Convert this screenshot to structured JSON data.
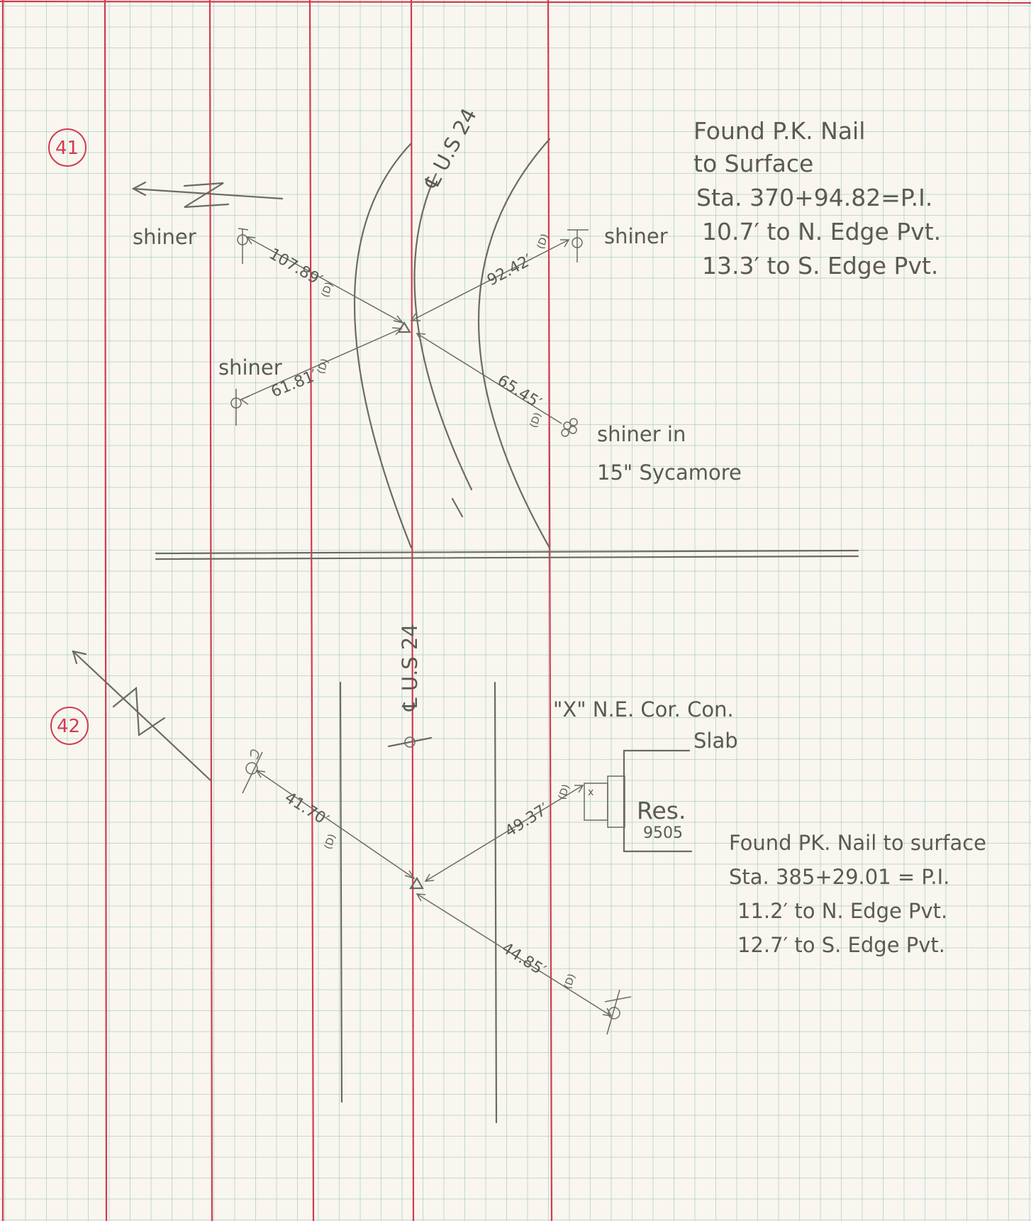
{
  "sketch_41": {
    "number": "41",
    "highway": "℄ U.S 24",
    "dims": {
      "nw": "107.89′",
      "ne": "92.42′",
      "sw": "61.81′",
      "se": "65.45′",
      "mark": "(D)"
    },
    "labels": {
      "shiner_nw": "shiner",
      "shiner_ne": "shiner",
      "shiner_sw": "shiner",
      "shiner_tree_1": "shiner in",
      "shiner_tree_2": "15\" Sycamore"
    },
    "note": [
      "Found P.K. Nail",
      "to Surface",
      "Sta. 370+94.82=P.I.",
      "10.7′ to N. Edge Pvt.",
      "13.3′ to S. Edge Pvt."
    ]
  },
  "sketch_42": {
    "number": "42",
    "highway": "℄ U.S 24",
    "dims": {
      "nw": "41.70′",
      "ne": "49.37′",
      "se": "44.85′",
      "mark": "(D)"
    },
    "labels": {
      "x_mark_1": "\"X\" N.E. Cor. Con.",
      "x_mark_2": "Slab",
      "res": "Res.",
      "res_num": "9505",
      "x": "x"
    },
    "note": [
      "Found PK. Nail to surface",
      "Sta. 385+29.01 = P.I.",
      "11.2′  to N. Edge Pvt.",
      "12.7′  to S. Edge Pvt."
    ]
  },
  "colors": {
    "ink": "#5a5a52",
    "rule": "#d23a4f",
    "grid": "#96bebe",
    "paper": "#f8f6ef"
  }
}
